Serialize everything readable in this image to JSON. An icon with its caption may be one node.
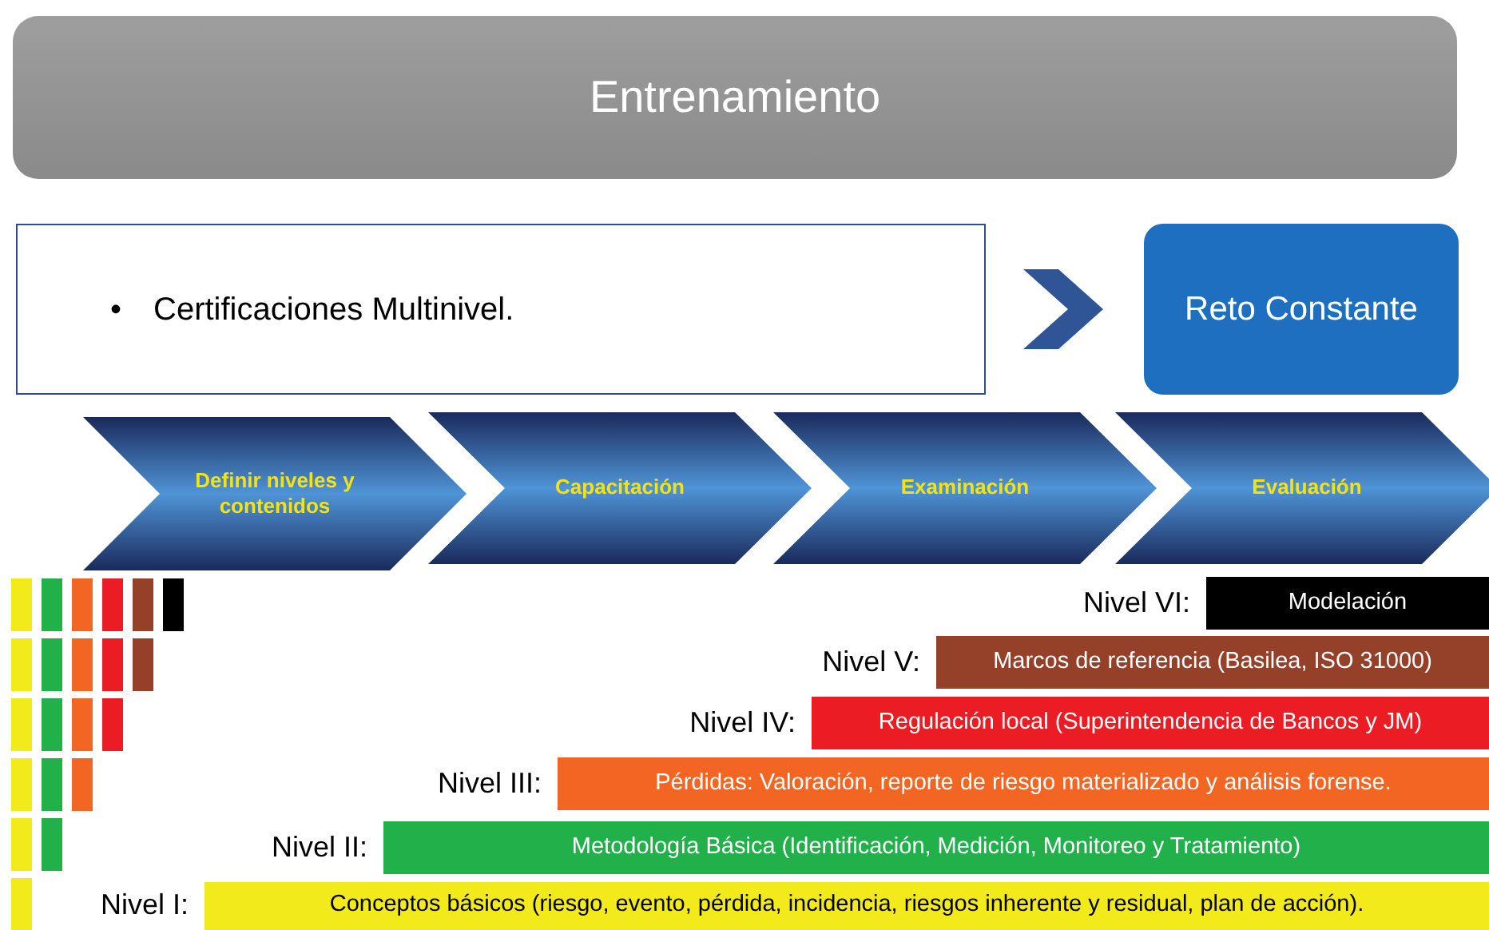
{
  "diagram": {
    "nodes": [
      {
        "text": [
          "Entrenamiento"
        ]
      },
      {
        "text": [
          "•",
          "Certificaciones Multinivel."
        ]
      },
      {
        "text": [
          "Reto Constante"
        ]
      },
      {
        "text": [
          "Definir niveles y contenidos"
        ]
      },
      {
        "text": [
          "Capacitación"
        ]
      },
      {
        "text": [
          "Examinación"
        ]
      },
      {
        "text": [
          "Evaluación"
        ]
      },
      {
        "text": [
          "Modelación"
        ],
        "beside": [
          "Nivel VI:"
        ]
      },
      {
        "text": [
          "Marcos de referencia (Basilea, ISO 31000)"
        ],
        "beside": [
          "Nivel V:"
        ]
      },
      {
        "text": [
          "Regulación local (Superintendencia de Bancos y JM)"
        ],
        "beside": [
          "Nivel IV:"
        ]
      },
      {
        "text": [
          "Pérdidas: Valoración, reporte de riesgo materializado y análisis forense."
        ],
        "beside": [
          "Nivel III:"
        ]
      },
      {
        "text": [
          "Metodología Básica (Identificación, Medición, Monitoreo y Tratamiento)"
        ],
        "beside": [
          "Nivel II:"
        ]
      },
      {
        "text": [
          "Conceptos básicos (riesgo, evento, pérdida, incidencia, riesgos inherente y residual, plan de acción)."
        ],
        "beside": [
          "Nivel I:"
        ]
      }
    ],
    "edges": [
      {
        "from": 1,
        "to": 2,
        "arrow": "to"
      }
    ]
  }
}
